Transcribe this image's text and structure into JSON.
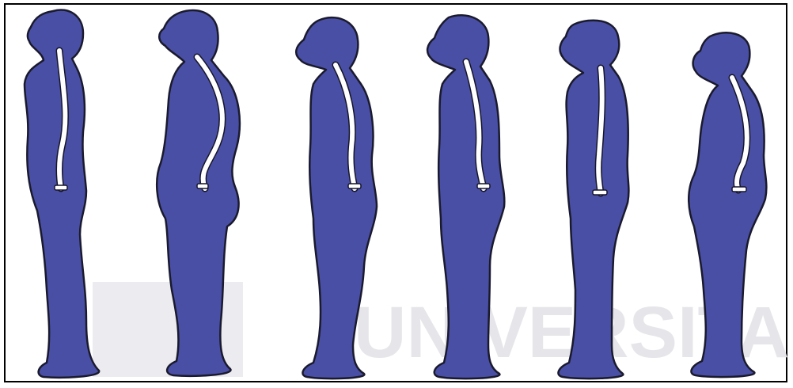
{
  "watermark": {
    "text": "UNIVERSITAS",
    "color": "#e6e6ea"
  },
  "colors": {
    "body_fill": "#4a4fa6",
    "body_outline": "#1a1a2e",
    "spine": "#ffffff",
    "frame": "#000000"
  },
  "figures": [
    {
      "name": "posture-figure-1",
      "posture": "ideal-aligned"
    },
    {
      "name": "posture-figure-2",
      "posture": "kyphosis-lordosis"
    },
    {
      "name": "posture-figure-3",
      "posture": "sway-back"
    },
    {
      "name": "posture-figure-4",
      "posture": "flat-back"
    },
    {
      "name": "posture-figure-5",
      "posture": "military-erect"
    },
    {
      "name": "posture-figure-6",
      "posture": "lordotic"
    }
  ]
}
